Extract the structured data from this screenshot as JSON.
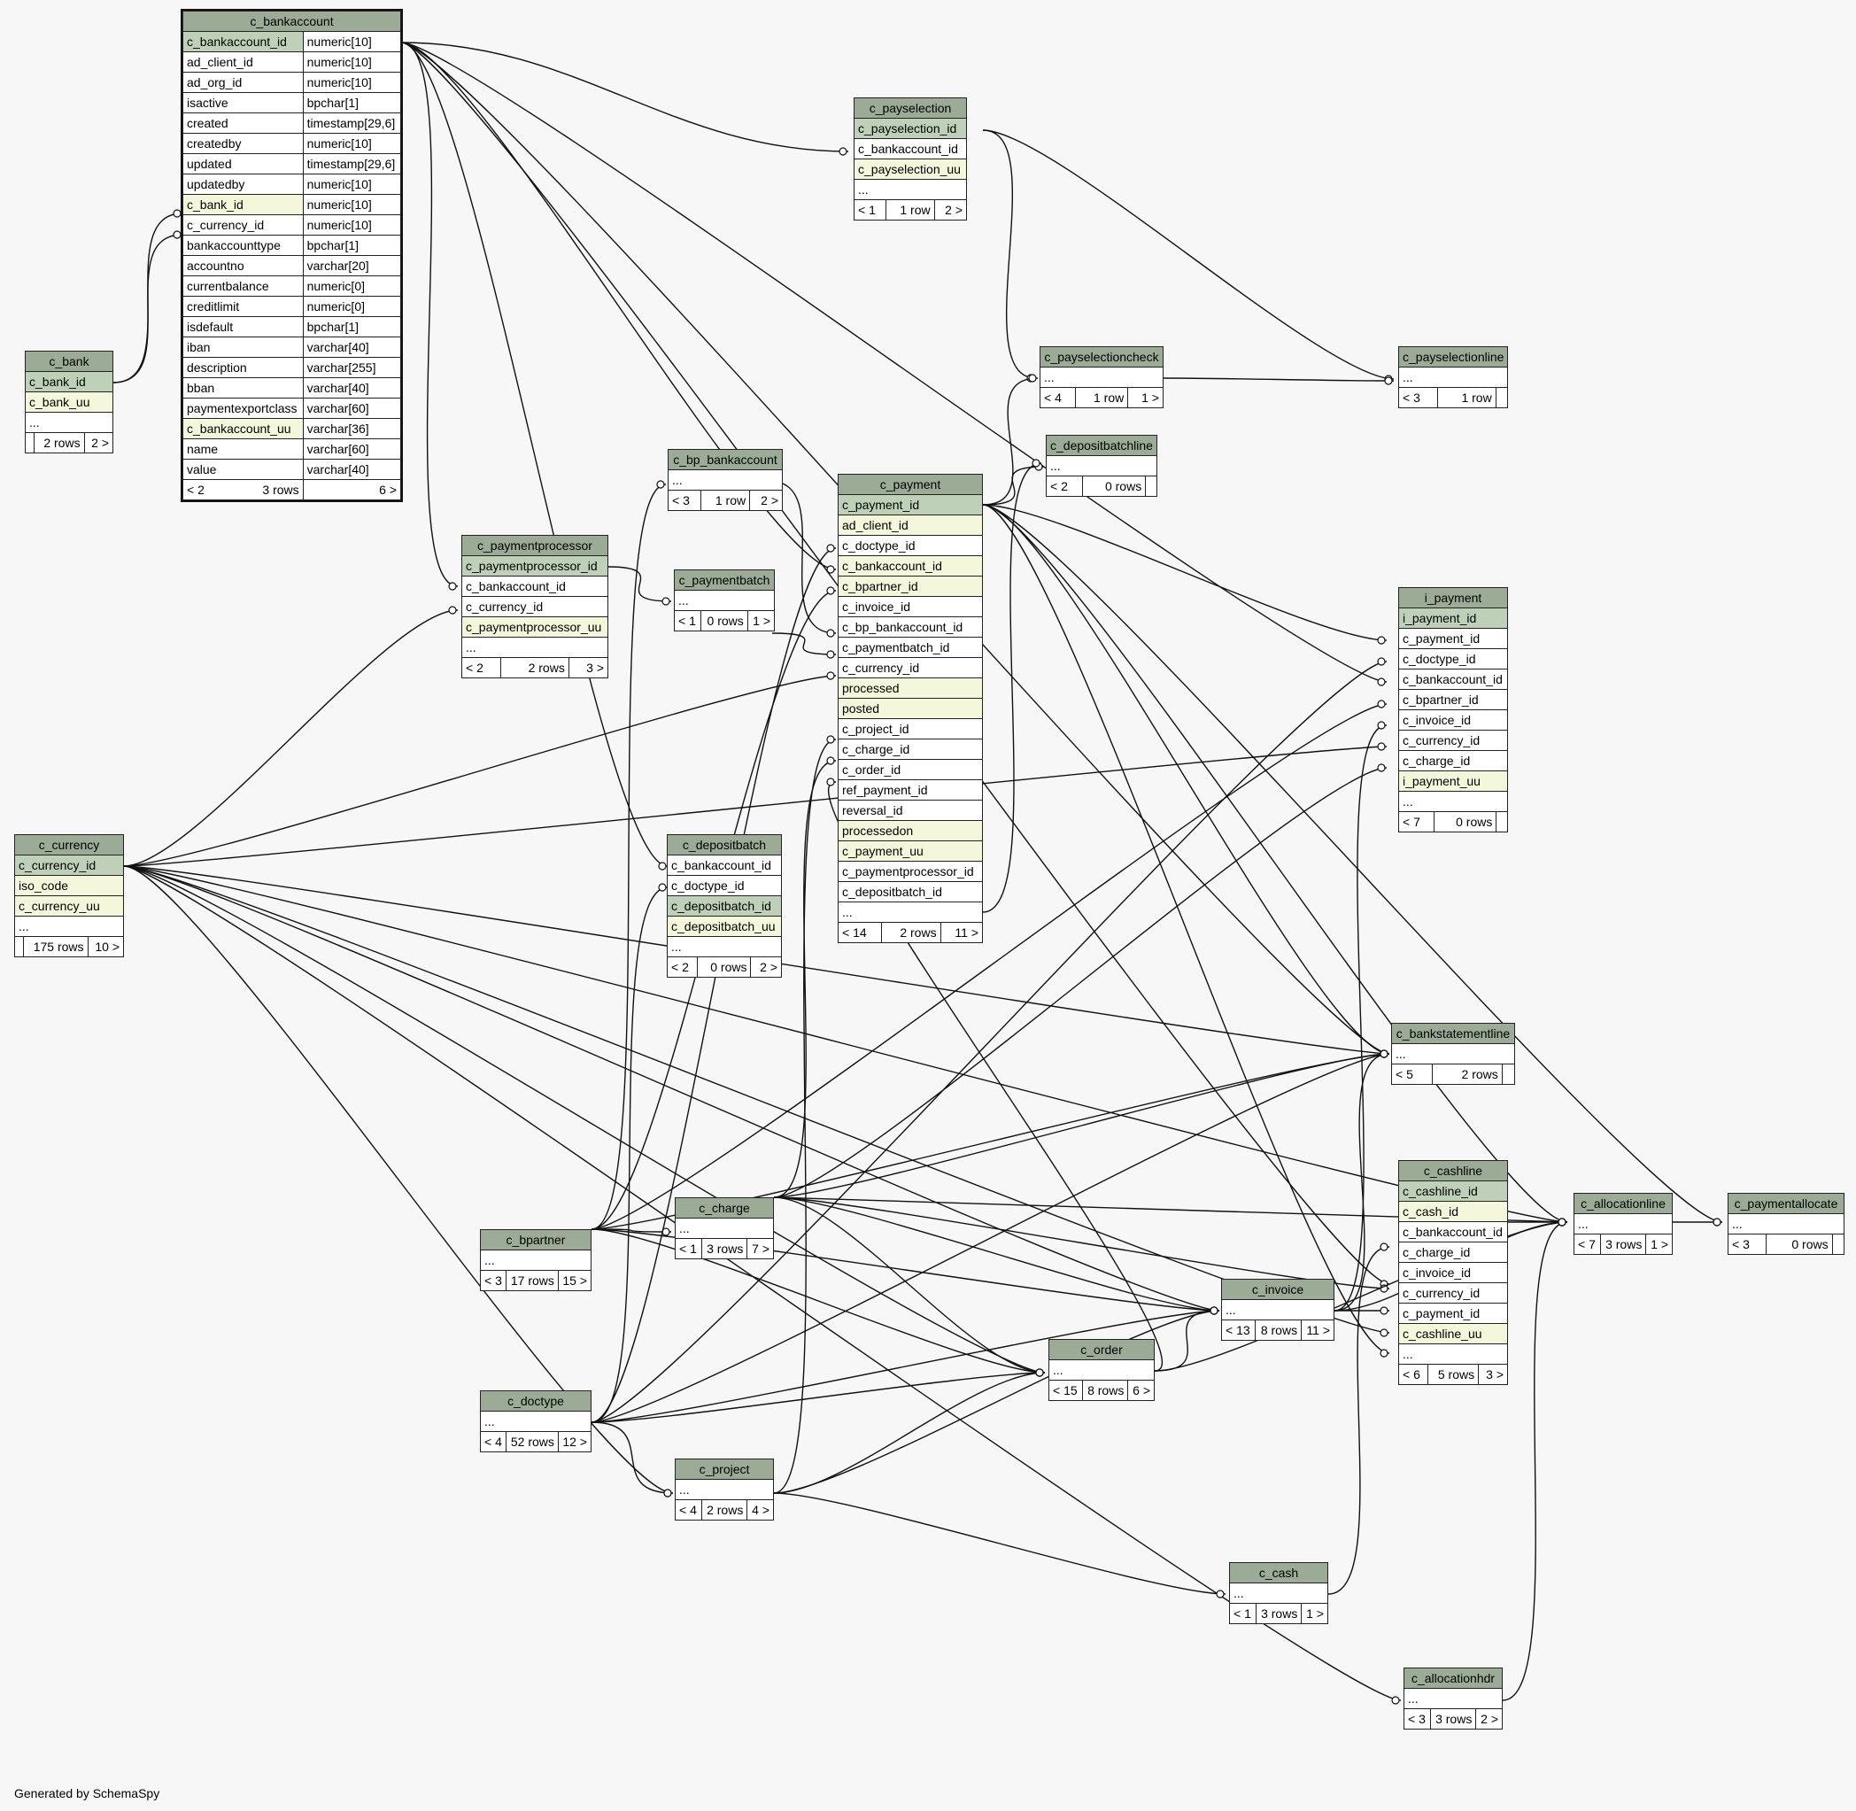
{
  "footer": "Generated by SchemaSpy",
  "tables": {
    "c_bankaccount": {
      "name": "c_bankaccount",
      "columns": [
        [
          "c_bankaccount_id",
          "numeric[10]"
        ],
        [
          "ad_client_id",
          "numeric[10]"
        ],
        [
          "ad_org_id",
          "numeric[10]"
        ],
        [
          "isactive",
          "bpchar[1]"
        ],
        [
          "created",
          "timestamp[29,6]"
        ],
        [
          "createdby",
          "numeric[10]"
        ],
        [
          "updated",
          "timestamp[29,6]"
        ],
        [
          "updatedby",
          "numeric[10]"
        ],
        [
          "c_bank_id",
          "numeric[10]"
        ],
        [
          "c_currency_id",
          "numeric[10]"
        ],
        [
          "bankaccounttype",
          "bpchar[1]"
        ],
        [
          "accountno",
          "varchar[20]"
        ],
        [
          "currentbalance",
          "numeric[0]"
        ],
        [
          "creditlimit",
          "numeric[0]"
        ],
        [
          "isdefault",
          "bpchar[1]"
        ],
        [
          "iban",
          "varchar[40]"
        ],
        [
          "description",
          "varchar[255]"
        ],
        [
          "bban",
          "varchar[40]"
        ],
        [
          "paymentexportclass",
          "varchar[60]"
        ],
        [
          "c_bankaccount_uu",
          "varchar[36]"
        ],
        [
          "name",
          "varchar[60]"
        ],
        [
          "value",
          "varchar[40]"
        ]
      ],
      "footer": [
        "< 2",
        "3 rows",
        "6 >"
      ]
    },
    "c_bank": {
      "name": "c_bank",
      "rows": [
        "c_bank_id",
        "c_bank_uu",
        "..."
      ],
      "footer": [
        "",
        "2 rows",
        "2 >"
      ]
    },
    "c_currency": {
      "name": "c_currency",
      "rows": [
        "c_currency_id",
        "iso_code",
        "c_currency_uu",
        "..."
      ],
      "footer": [
        "",
        "175 rows",
        "10 >"
      ]
    },
    "c_paymentprocessor": {
      "name": "c_paymentprocessor",
      "rows": [
        "c_paymentprocessor_id",
        "c_bankaccount_id",
        "c_currency_id",
        "c_paymentprocessor_uu",
        "..."
      ],
      "footer": [
        "< 2",
        "2 rows",
        "3 >"
      ]
    },
    "c_bp_bankaccount": {
      "name": "c_bp_bankaccount",
      "rows": [
        "..."
      ],
      "footer": [
        "< 3",
        "1 row",
        "2 >"
      ]
    },
    "c_paymentbatch": {
      "name": "c_paymentbatch",
      "rows": [
        "..."
      ],
      "footer": [
        "< 1",
        "0 rows",
        "1 >"
      ]
    },
    "c_depositbatch": {
      "name": "c_depositbatch",
      "rows": [
        "c_bankaccount_id",
        "c_doctype_id",
        "c_depositbatch_id",
        "c_depositbatch_uu",
        "..."
      ],
      "footer": [
        "< 2",
        "0 rows",
        "2 >"
      ]
    },
    "c_payment": {
      "name": "c_payment",
      "rows": [
        "c_payment_id",
        "ad_client_id",
        "c_doctype_id",
        "c_bankaccount_id",
        "c_bpartner_id",
        "c_invoice_id",
        "c_bp_bankaccount_id",
        "c_paymentbatch_id",
        "c_currency_id",
        "processed",
        "posted",
        "c_project_id",
        "c_charge_id",
        "c_order_id",
        "ref_payment_id",
        "reversal_id",
        "processedon",
        "c_payment_uu",
        "c_paymentprocessor_id",
        "c_depositbatch_id",
        "..."
      ],
      "footer": [
        "< 14",
        "2 rows",
        "11 >"
      ]
    },
    "c_payselection": {
      "name": "c_payselection",
      "rows": [
        "c_payselection_id",
        "c_bankaccount_id",
        "c_payselection_uu",
        "..."
      ],
      "footer": [
        "< 1",
        "1 row",
        "2 >"
      ]
    },
    "c_payselectioncheck": {
      "name": "c_payselectioncheck",
      "rows": [
        "..."
      ],
      "footer": [
        "< 4",
        "1 row",
        "1 >"
      ]
    },
    "c_depositbatchline": {
      "name": "c_depositbatchline",
      "rows": [
        "..."
      ],
      "footer": [
        "< 2",
        "0 rows",
        ""
      ]
    },
    "c_payselectionline": {
      "name": "c_payselectionline",
      "rows": [
        "..."
      ],
      "footer": [
        "< 3",
        "1 row",
        ""
      ]
    },
    "i_payment": {
      "name": "i_payment",
      "rows": [
        "i_payment_id",
        "c_payment_id",
        "c_doctype_id",
        "c_bankaccount_id",
        "c_bpartner_id",
        "c_invoice_id",
        "c_currency_id",
        "c_charge_id",
        "i_payment_uu",
        "..."
      ],
      "footer": [
        "< 7",
        "0 rows",
        ""
      ]
    },
    "c_bankstatementline": {
      "name": "c_bankstatementline",
      "rows": [
        "..."
      ],
      "footer": [
        "< 5",
        "2 rows",
        ""
      ]
    },
    "c_charge": {
      "name": "c_charge",
      "rows": [
        "..."
      ],
      "footer": [
        "< 1",
        "3 rows",
        "7 >"
      ]
    },
    "c_bpartner": {
      "name": "c_bpartner",
      "rows": [
        "..."
      ],
      "footer": [
        "< 3",
        "17 rows",
        "15 >"
      ]
    },
    "c_doctype": {
      "name": "c_doctype",
      "rows": [
        "..."
      ],
      "footer": [
        "< 4",
        "52 rows",
        "12 >"
      ]
    },
    "c_project": {
      "name": "c_project",
      "rows": [
        "..."
      ],
      "footer": [
        "< 4",
        "2 rows",
        "4 >"
      ]
    },
    "c_order": {
      "name": "c_order",
      "rows": [
        "..."
      ],
      "footer": [
        "< 15",
        "8 rows",
        "6 >"
      ]
    },
    "c_invoice": {
      "name": "c_invoice",
      "rows": [
        "..."
      ],
      "footer": [
        "< 13",
        "8 rows",
        "11 >"
      ]
    },
    "c_cash": {
      "name": "c_cash",
      "rows": [
        "..."
      ],
      "footer": [
        "< 1",
        "3 rows",
        "1 >"
      ]
    },
    "c_cashline": {
      "name": "c_cashline",
      "rows": [
        "c_cashline_id",
        "c_cash_id",
        "c_bankaccount_id",
        "c_charge_id",
        "c_invoice_id",
        "c_currency_id",
        "c_payment_id",
        "c_cashline_uu",
        "..."
      ],
      "footer": [
        "< 6",
        "5 rows",
        "3 >"
      ]
    },
    "c_allocationline": {
      "name": "c_allocationline",
      "rows": [
        "..."
      ],
      "footer": [
        "< 7",
        "3 rows",
        "1 >"
      ]
    },
    "c_paymentallocate": {
      "name": "c_paymentallocate",
      "rows": [
        "..."
      ],
      "footer": [
        "< 3",
        "0 rows",
        ""
      ]
    },
    "c_allocationhdr": {
      "name": "c_allocationhdr",
      "rows": [
        "..."
      ],
      "footer": [
        "< 3",
        "3 rows",
        "2 >"
      ]
    }
  },
  "colors": {
    "header": "#9bab96",
    "primary_key": "#bed1b8",
    "indexed": "#f4f7da",
    "background": "#f7f7f7"
  }
}
